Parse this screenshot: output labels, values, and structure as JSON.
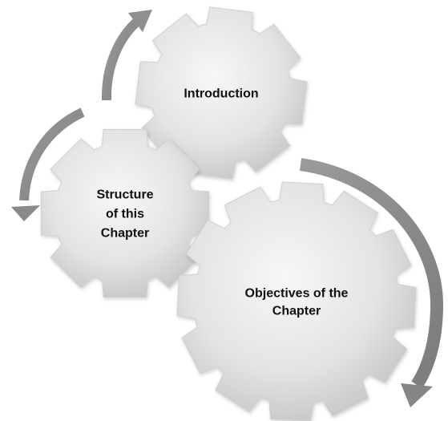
{
  "gears": [
    {
      "id": "introduction",
      "lines": [
        "Introduction"
      ]
    },
    {
      "id": "structure",
      "lines": [
        "Structure",
        "of this",
        "Chapter"
      ]
    },
    {
      "id": "objectives",
      "lines": [
        "Objectives of the",
        "Chapter"
      ]
    }
  ],
  "colors": {
    "gear_light": "#f6f6f6",
    "gear_mid": "#e2e2e2",
    "gear_dark": "#bdbdbd",
    "arrow": "#8c8c8c",
    "arrow_light": "#b5b5b5",
    "text": "#111111"
  }
}
